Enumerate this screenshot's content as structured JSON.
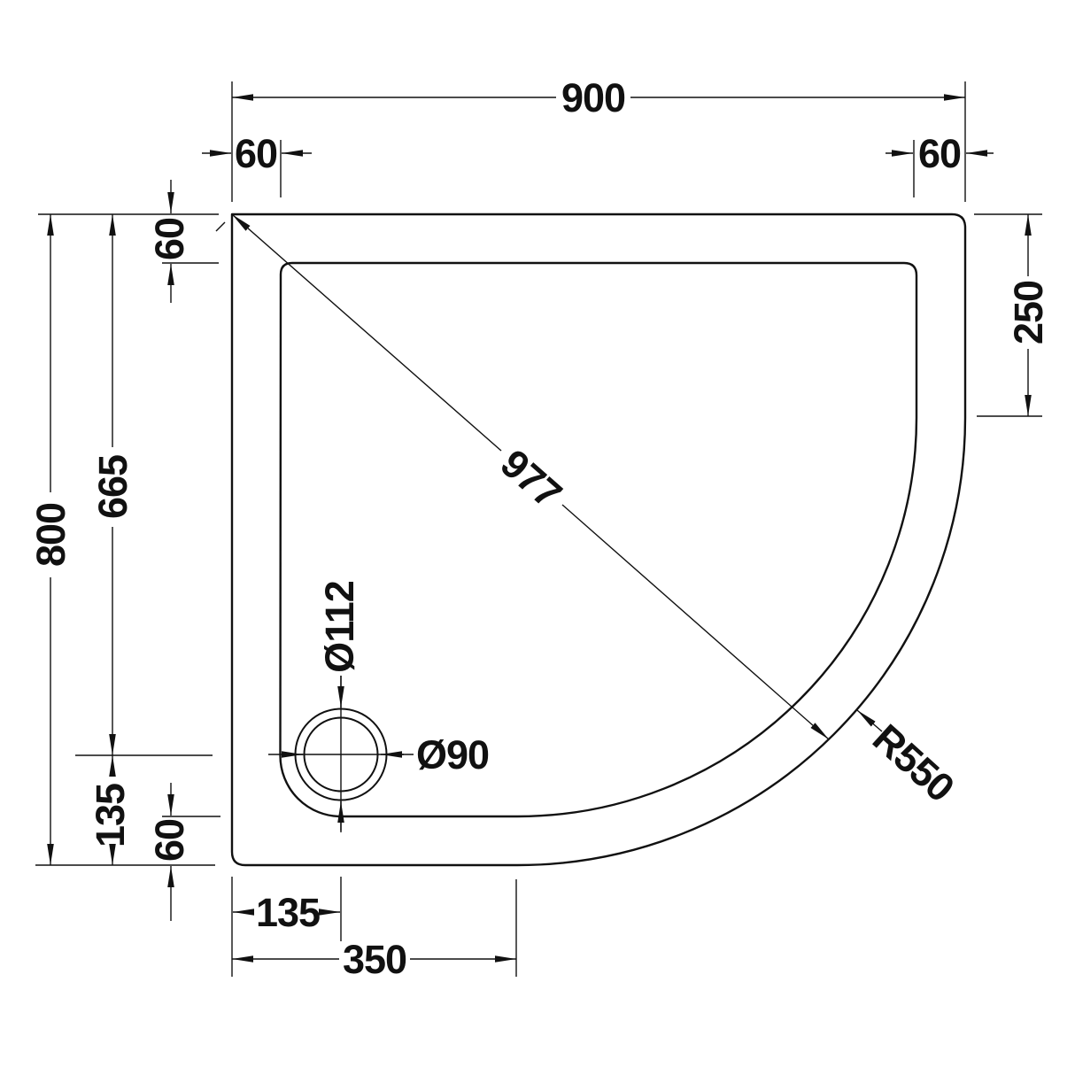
{
  "dimensions": {
    "overall_width": "900",
    "flange_top_left": "60",
    "flange_top_right": "60",
    "right_straight_edge": "250",
    "overall_depth": "800",
    "waste_centre_from_top": "665",
    "flange_left_top": "60",
    "waste_centre_from_bottom": "135",
    "flange_left_bottom": "60",
    "diagonal_length": "977",
    "corner_radius": "R550",
    "waste_outer_diameter": "Ø112",
    "waste_bore_diameter": "Ø90",
    "waste_centre_from_left": "135",
    "bottom_straight_edge": "350"
  }
}
